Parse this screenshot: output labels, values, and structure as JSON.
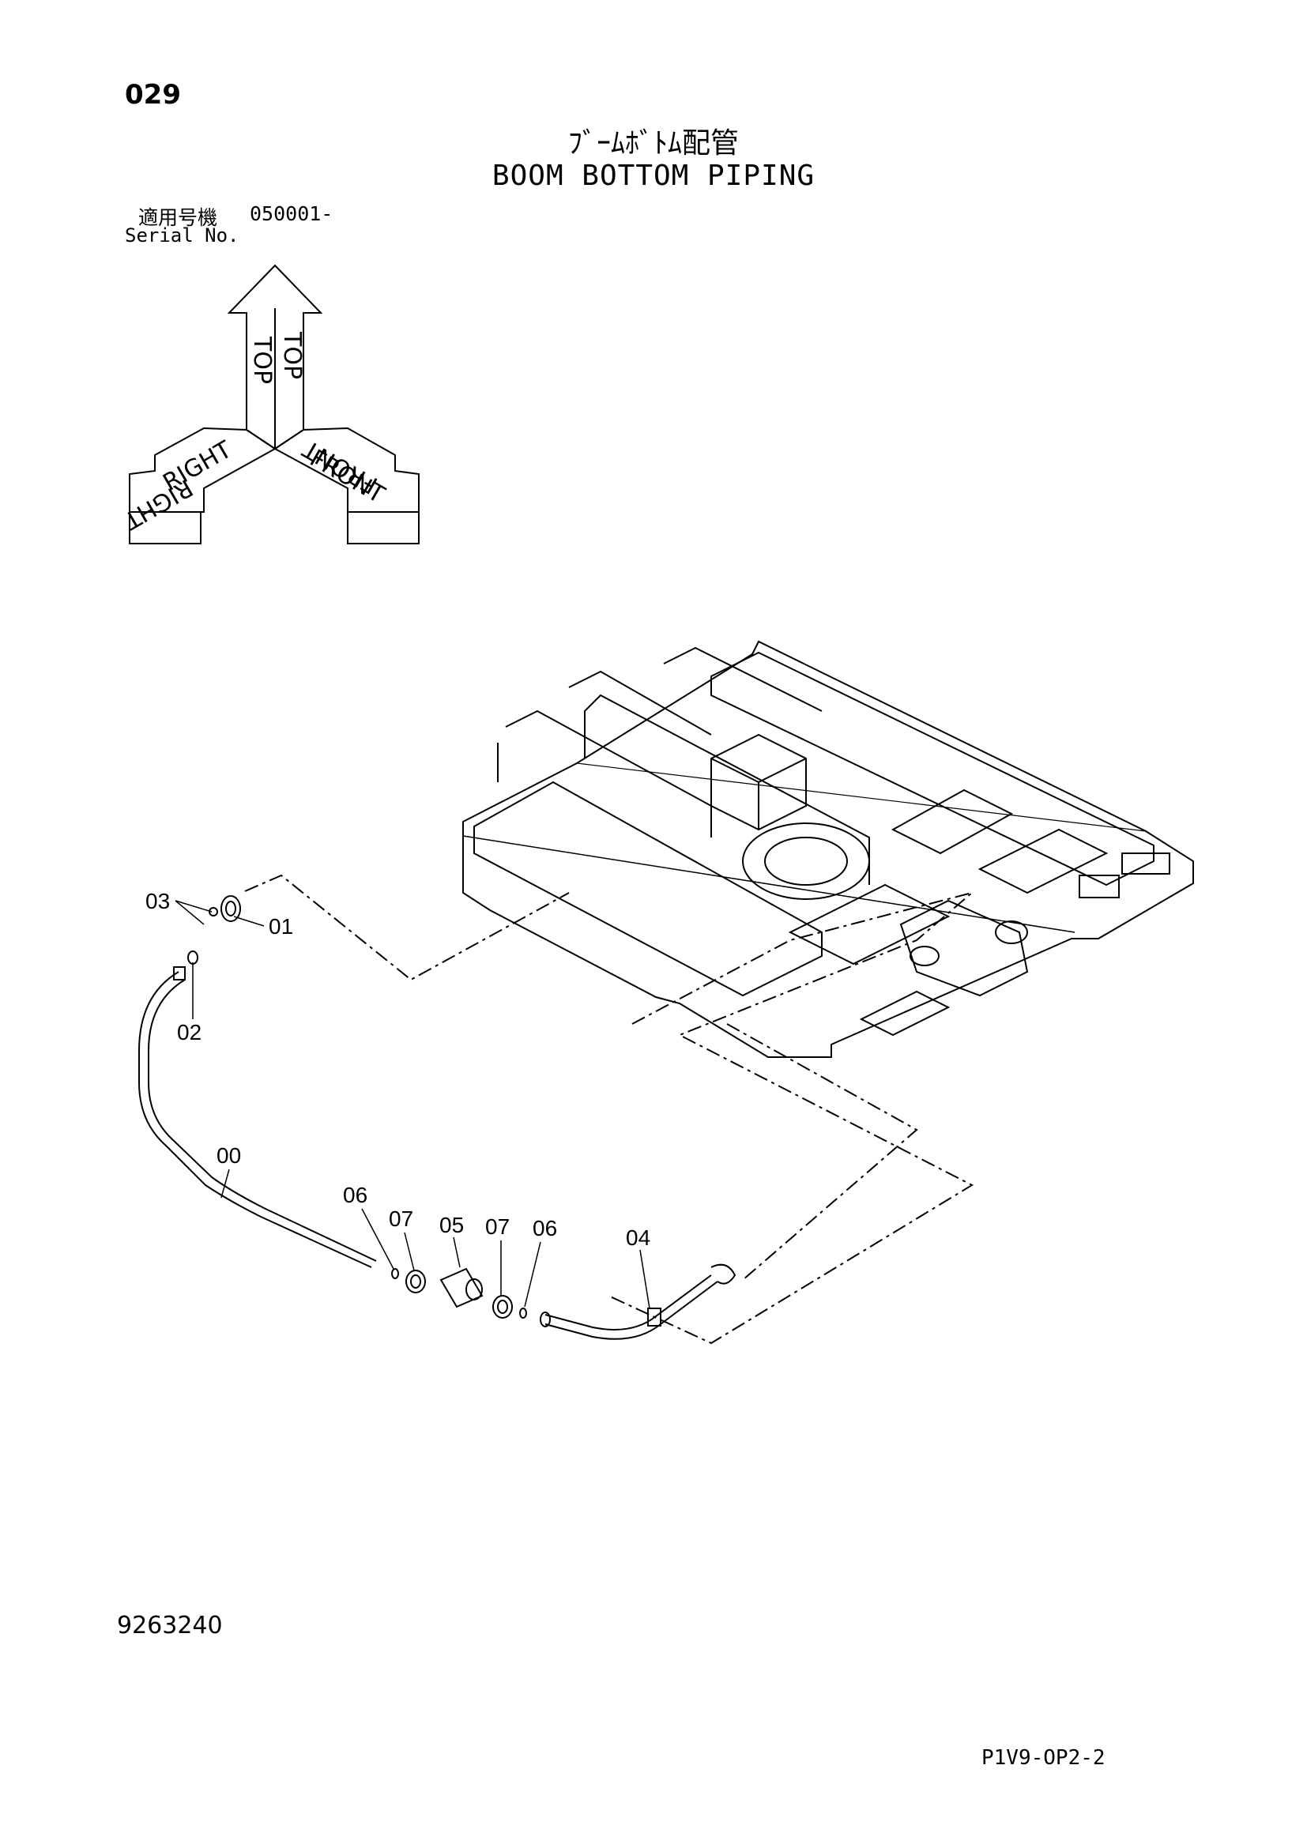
{
  "header": {
    "page_number": "029",
    "title_jp": "ﾌﾞｰﾑﾎﾞﾄﾑ配管",
    "title_en": "BOOM BOTTOM PIPING"
  },
  "serial": {
    "label_jp": "適用号機",
    "value": "050001-",
    "label_en": "Serial No."
  },
  "orientation": {
    "top_label": "TOP",
    "right_label": "RIGHT",
    "front_label": "FRONT"
  },
  "callouts": {
    "p00": "00",
    "p01": "01",
    "p02": "02",
    "p03": "03",
    "p04": "04",
    "p05": "05",
    "p06a": "06",
    "p06b": "06",
    "p07a": "07",
    "p07b": "07"
  },
  "footer": {
    "doc_number": "9263240",
    "page_code": "P1V9-OP2-2"
  }
}
